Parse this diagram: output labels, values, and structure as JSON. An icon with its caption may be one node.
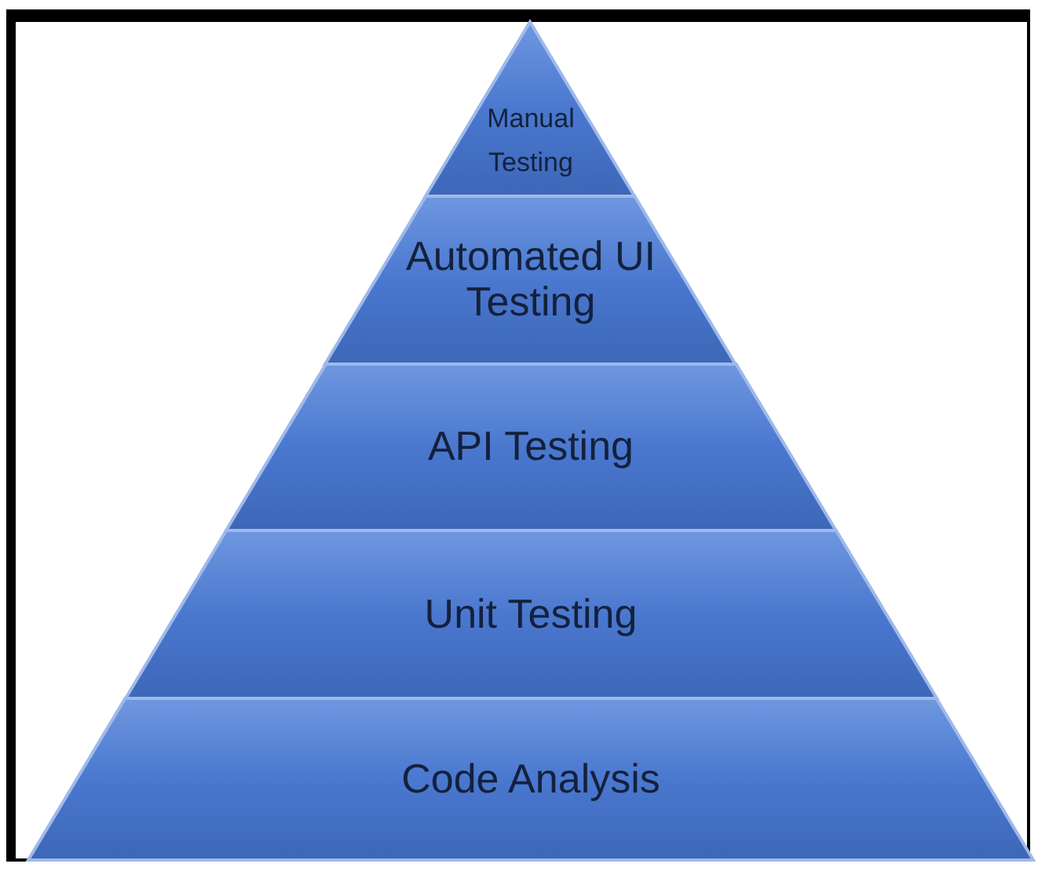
{
  "diagram": {
    "nodes": [
      {
        "text": [
          "Manual Testing"
        ]
      },
      {
        "text": [
          "Automated UI Testing"
        ]
      },
      {
        "text": [
          "API Testing"
        ]
      },
      {
        "text": [
          "Unit Testing"
        ]
      },
      {
        "text": [
          "Code Analysis"
        ]
      }
    ]
  }
}
